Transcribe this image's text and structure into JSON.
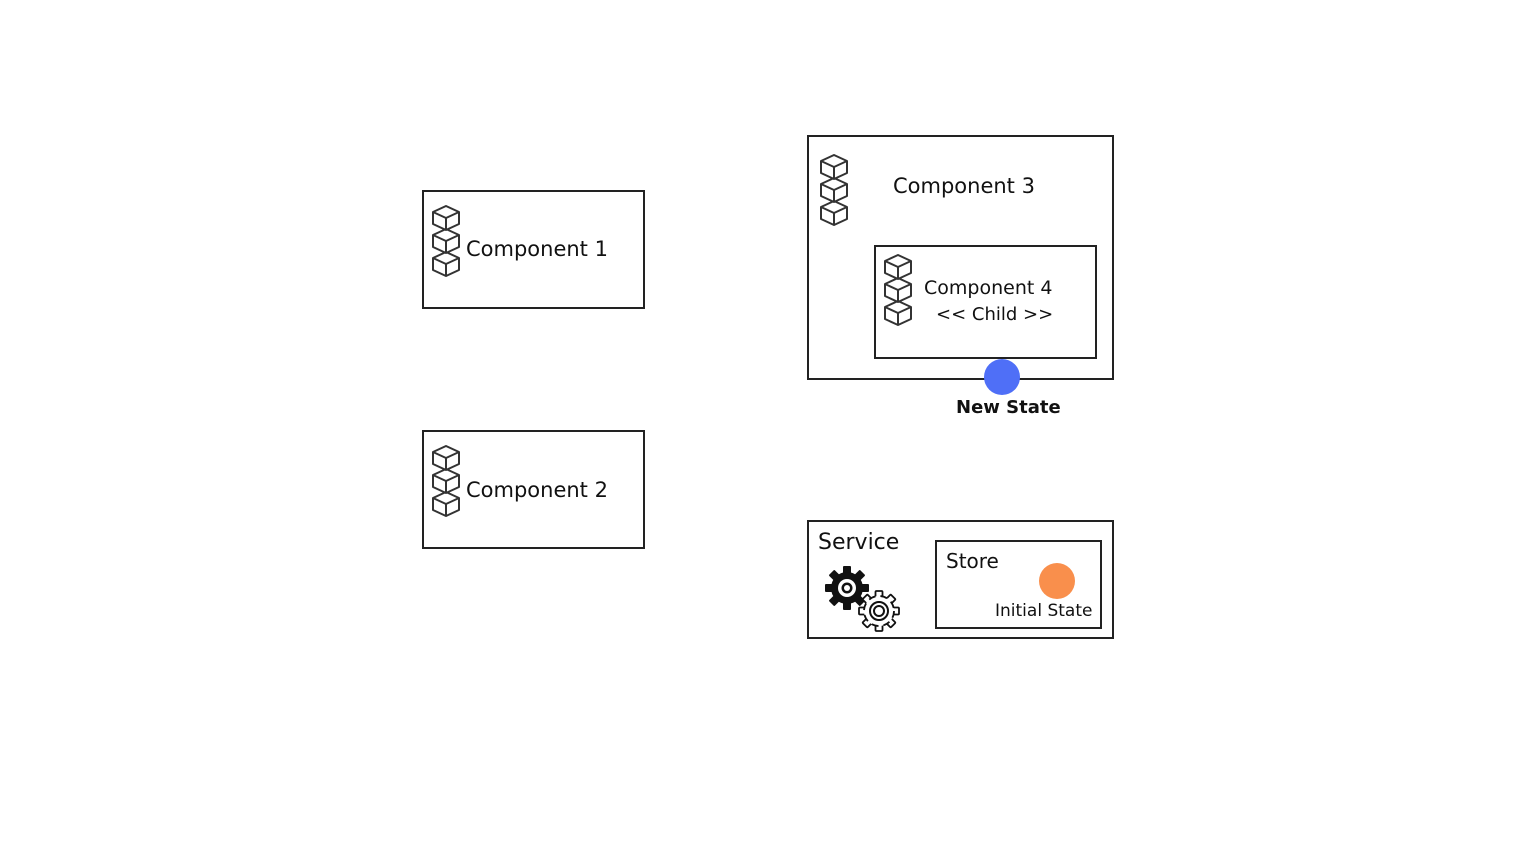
{
  "components": [
    {
      "id": "component-1",
      "label": "Component 1"
    },
    {
      "id": "component-2",
      "label": "Component 2"
    },
    {
      "id": "component-3",
      "label": "Component 3"
    }
  ],
  "child": {
    "label": "Component 4",
    "sublabel": "<< Child >>"
  },
  "new_state": {
    "label": "New State",
    "color": "#4f6ff7"
  },
  "service": {
    "label": "Service",
    "icon": "gears-icon"
  },
  "store": {
    "label": "Store",
    "state_label": "Initial State",
    "state_color": "#f98f4c"
  },
  "icons": {
    "component": "stacked-cubes-icon"
  }
}
